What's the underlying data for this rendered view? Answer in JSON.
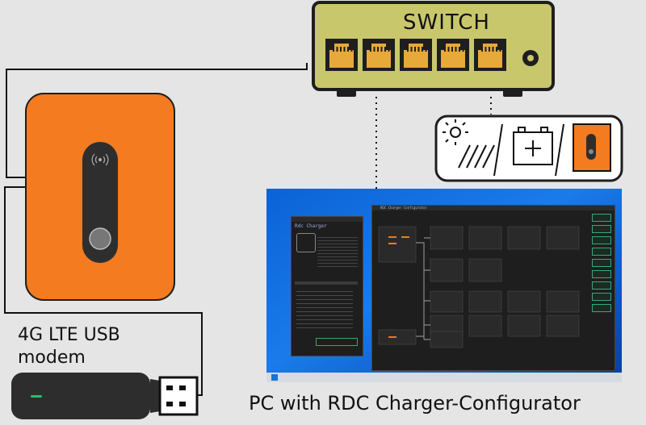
{
  "switch": {
    "label": "SWITCH",
    "port_count": 5
  },
  "modem_label": {
    "line1": "4G LTE USB",
    "line2": "modem"
  },
  "pc_label": "PC with RDC Charger-Configurator",
  "charger_panel": {
    "icons": [
      "solar-panel-icon",
      "battery-icon",
      "usb-stick-icon"
    ]
  },
  "screen": {
    "app_left_title": "Rdc Charger",
    "app_right_title": "RDC Charger Configurator",
    "sidebar_buttons": [
      "",
      "",
      "",
      "",
      "",
      "",
      "",
      "",
      ""
    ]
  },
  "colors": {
    "orange": "#f47b20",
    "switch_olive": "#c9c76c",
    "switch_dark": "#1e1e1e",
    "screen_blue": "#0b63d6",
    "app_bg": "#1e1e1e"
  }
}
